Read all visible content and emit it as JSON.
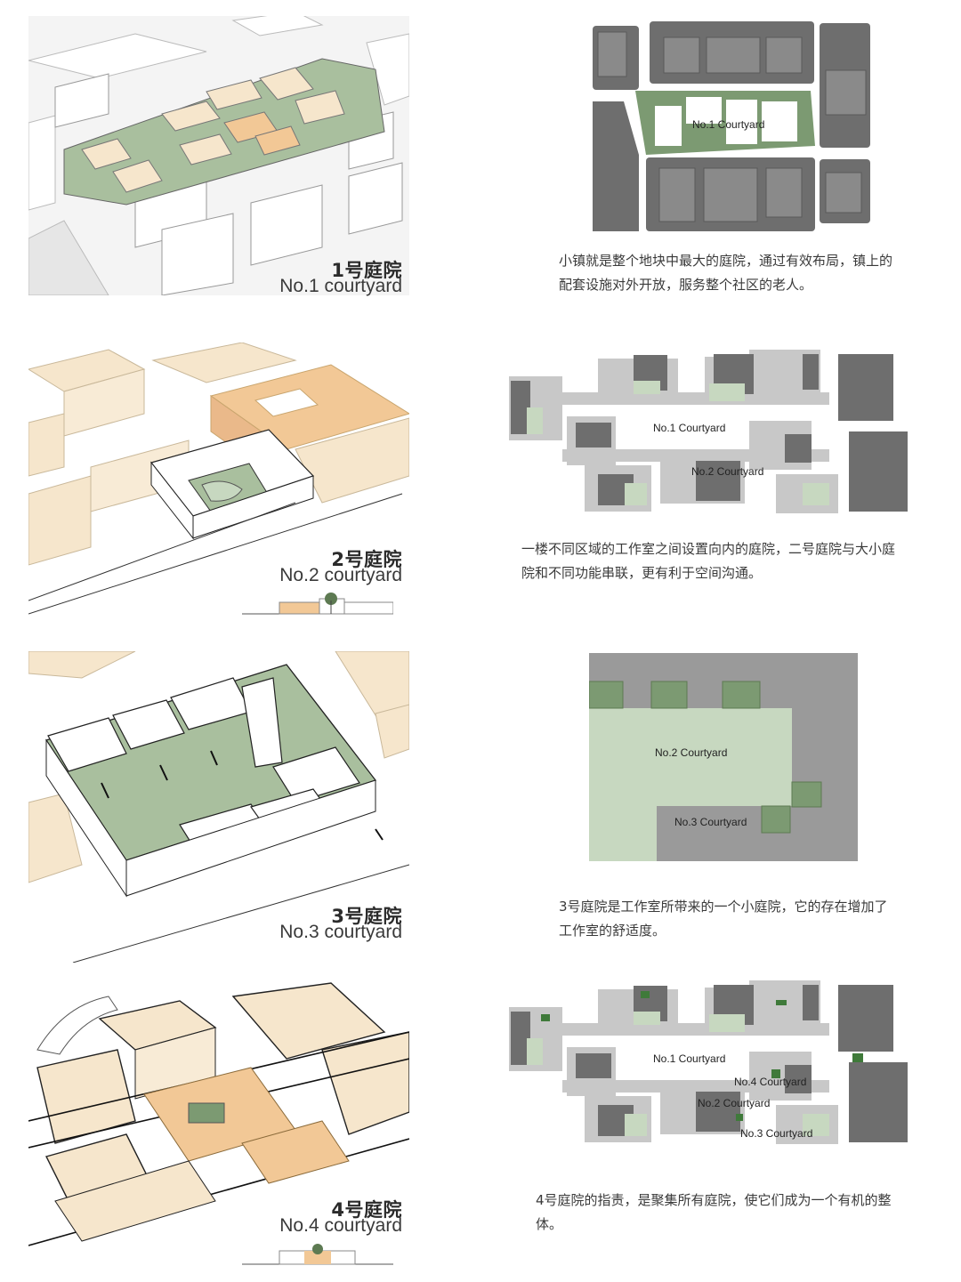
{
  "rows": [
    {
      "title_zh": "1号庭院",
      "title_en": "No.1 courtyard",
      "plan_labels": [
        "No.1 Courtyard"
      ],
      "description": "小镇就是整个地块中最大的庭院，通过有效布局，镇上的配套设施对外开放，服务整个社区的老人。"
    },
    {
      "title_zh": "2号庭院",
      "title_en": "No.2 courtyard",
      "plan_labels": [
        "No.1 Courtyard",
        "No.2 Courtyard"
      ],
      "description": "一楼不同区域的工作室之间设置向内的庭院，二号庭院与大小庭院和不同功能串联，更有利于空间沟通。"
    },
    {
      "title_zh": "3号庭院",
      "title_en": "No.3 courtyard",
      "plan_labels": [
        "No.2 Courtyard",
        "No.3 Courtyard"
      ],
      "description": "3号庭院是工作室所带来的一个小庭院，它的存在增加了工作室的舒适度。"
    },
    {
      "title_zh": "4号庭院",
      "title_en": "No.4 courtyard",
      "plan_labels": [
        "No.1 Courtyard",
        "No.4 Courtyard",
        "No.2 Courtyard",
        "No.3 Courtyard"
      ],
      "description": "4号庭院的指责，是聚集所有庭院，使它们成为一个有机的整体。"
    }
  ],
  "colors": {
    "dark_grey": "#6e6e6e",
    "light_grey": "#c8c8c8",
    "green": "#7c9a72",
    "light_green": "#c7d8c0",
    "beige": "#f6e6cc",
    "orange": "#f2c896"
  }
}
